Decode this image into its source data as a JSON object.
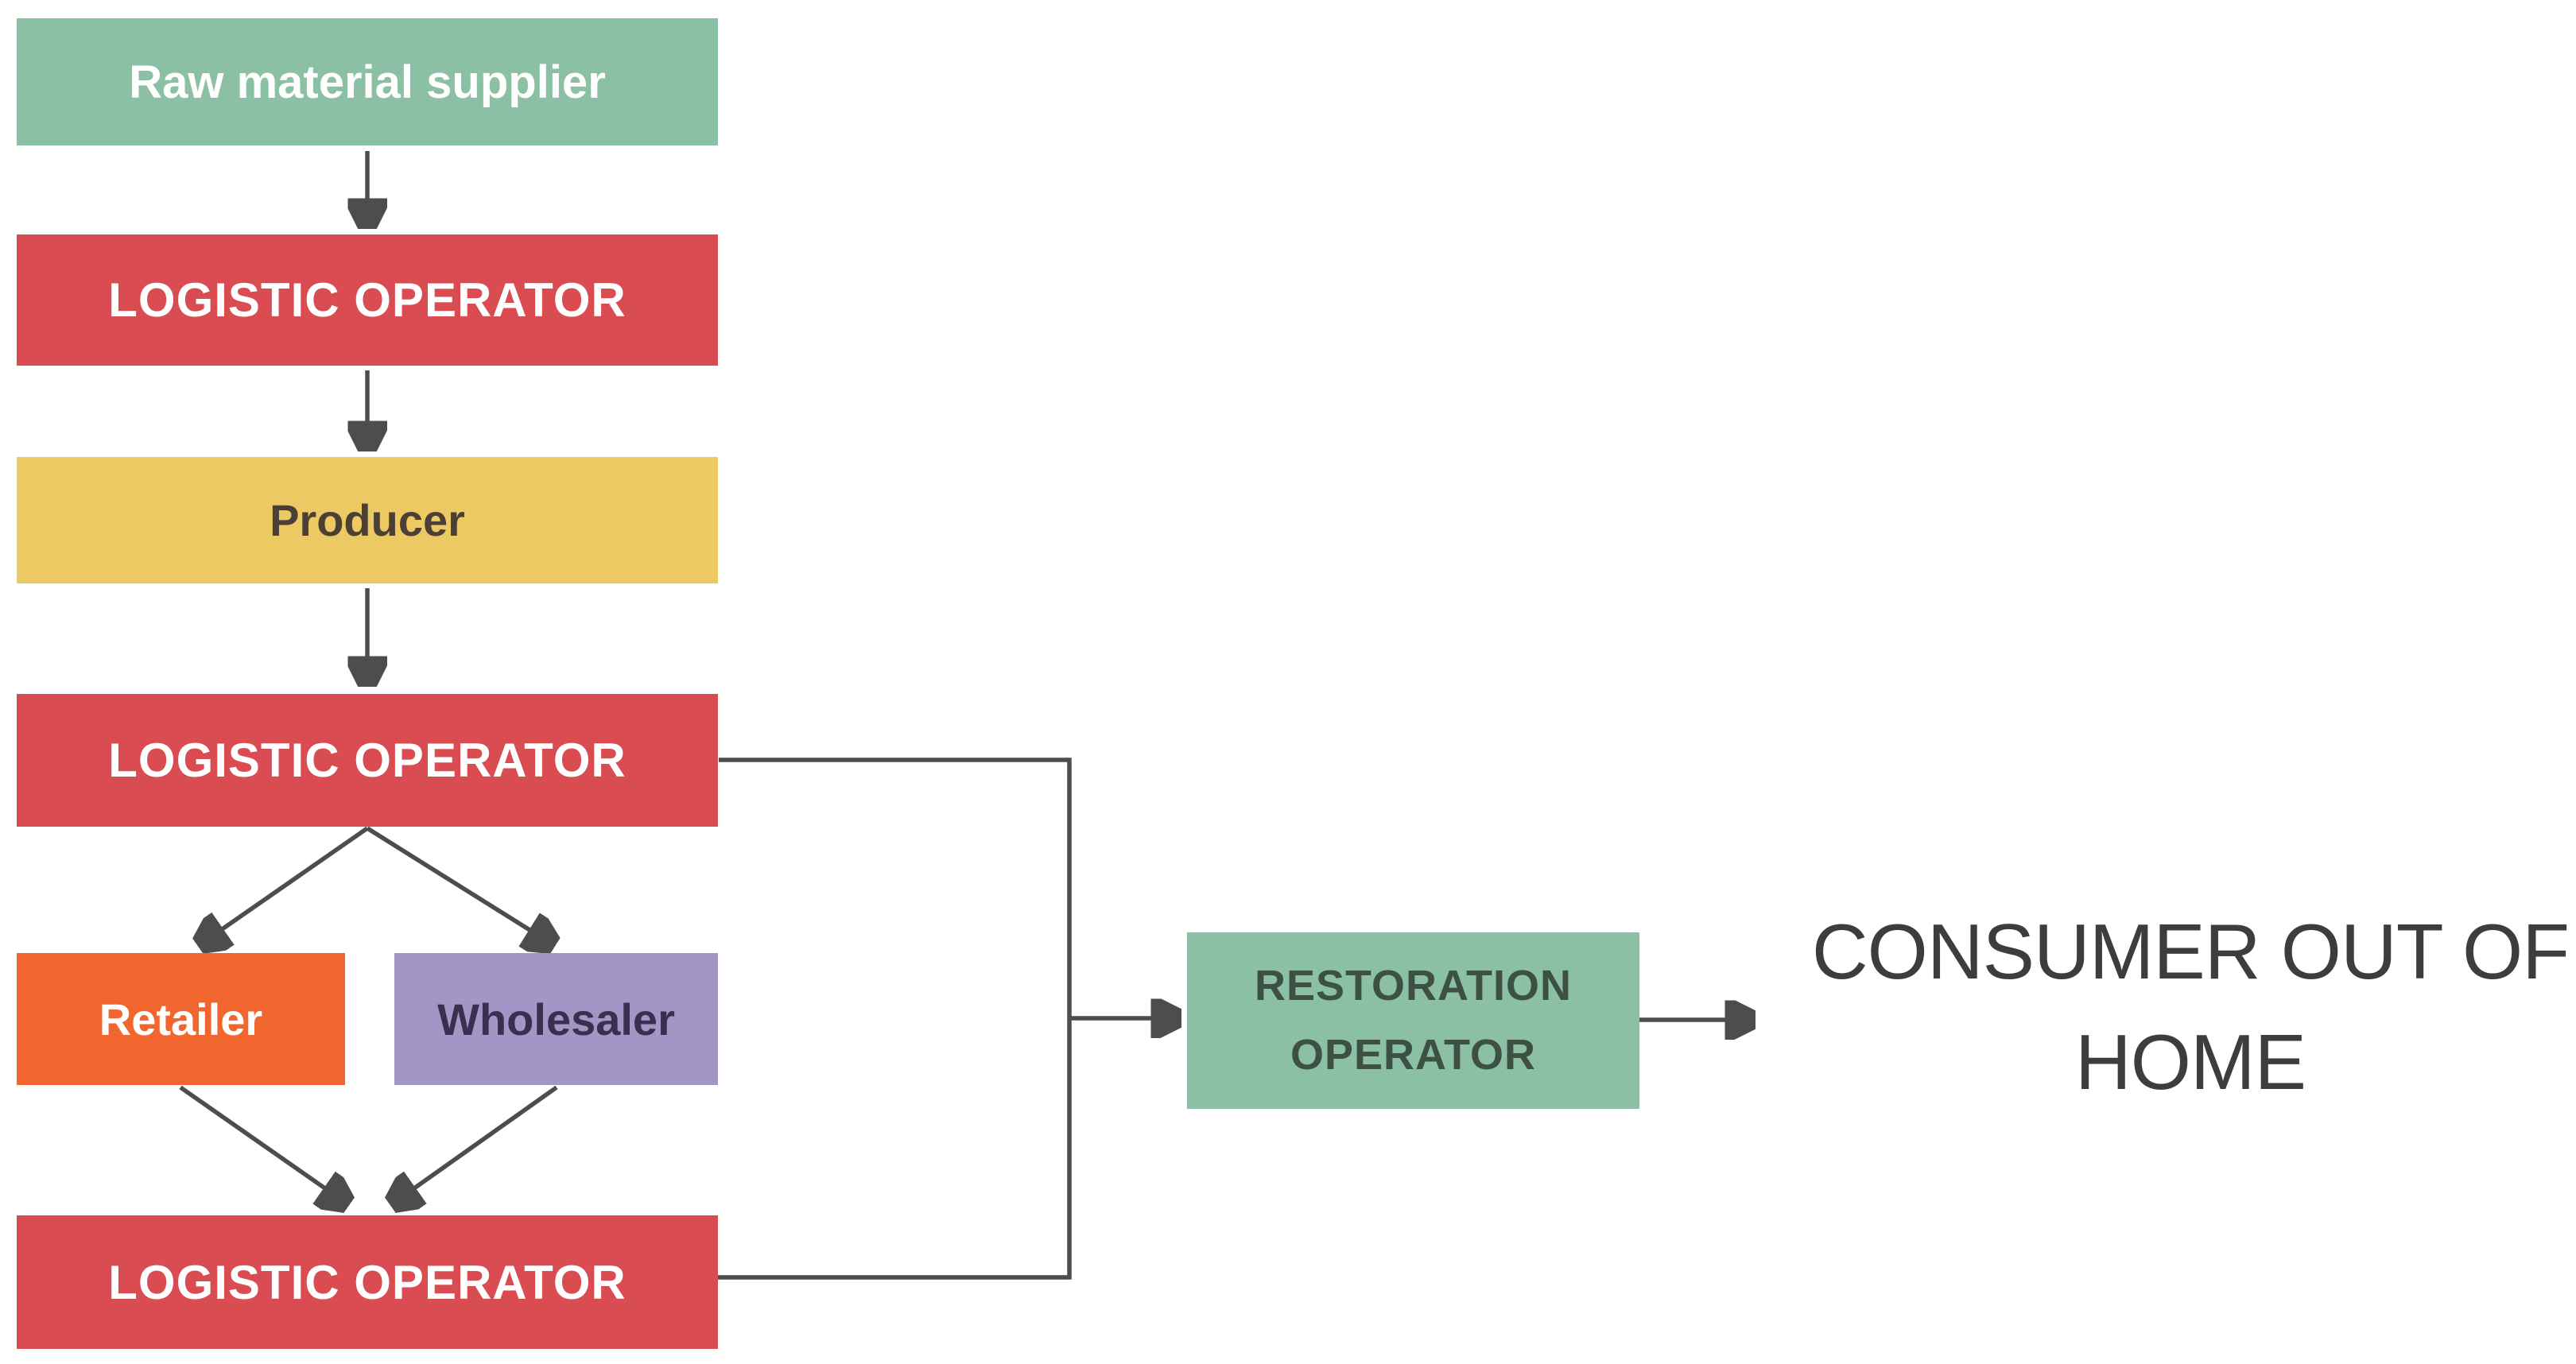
{
  "palette": {
    "box_green": "#8cc0a5",
    "box_red": "#d94c51",
    "box_yellow": "#edc963",
    "box_orange": "#f1662f",
    "box_purple": "#a495c7",
    "connector_gray": "#4d4d4d",
    "label_light": "#ffffff",
    "label_dark": "#3d3d3d",
    "restoration_text": "#3d5044"
  },
  "nodes": {
    "raw_material_supplier": {
      "label": "Raw material supplier",
      "color": "#8cc0a5"
    },
    "logistic_operator_1": {
      "label": "LOGISTIC OPERATOR",
      "color": "#d94c51"
    },
    "producer": {
      "label": "Producer",
      "color": "#edc963"
    },
    "logistic_operator_2": {
      "label": "LOGISTIC OPERATOR",
      "color": "#d94c51"
    },
    "retailer": {
      "label": "Retailer",
      "color": "#f1662f"
    },
    "wholesaler": {
      "label": "Wholesaler",
      "color": "#a495c7"
    },
    "logistic_operator_3": {
      "label": "LOGISTIC OPERATOR",
      "color": "#d94c51"
    },
    "restoration_operator": {
      "label_line1": "RESTORATION",
      "label_line2": "OPERATOR",
      "color": "#8cc0a5"
    }
  },
  "consumer": {
    "line1": "CONSUMER OUT OF",
    "line2": "HOME"
  },
  "flow": [
    "Raw material supplier -> LOGISTIC OPERATOR",
    "LOGISTIC OPERATOR -> Producer",
    "Producer -> LOGISTIC OPERATOR",
    "LOGISTIC OPERATOR -> Retailer",
    "LOGISTIC OPERATOR -> Wholesaler",
    "Retailer -> LOGISTIC OPERATOR",
    "Wholesaler -> LOGISTIC OPERATOR",
    "LOGISTIC OPERATOR (mid) -> RESTORATION OPERATOR",
    "LOGISTIC OPERATOR (bottom) -> RESTORATION OPERATOR",
    "RESTORATION OPERATOR -> CONSUMER OUT OF HOME"
  ]
}
